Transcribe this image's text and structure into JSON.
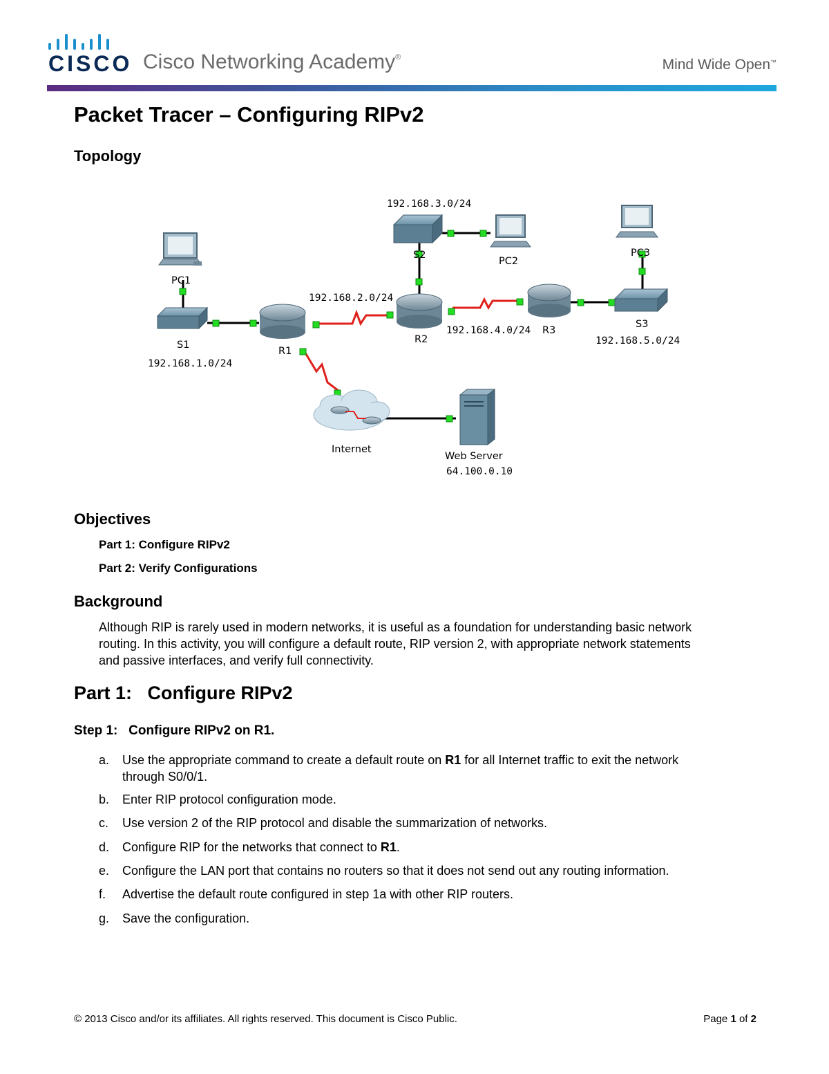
{
  "header": {
    "logo_icon": "cisco-bars-logo",
    "logo_word": "CISCO",
    "academy_name": "Cisco Networking Academy",
    "registered_mark": "®",
    "tagline": "Mind Wide Open",
    "trademark_mark": "™",
    "accent_colors": [
      "#5b2b82",
      "#1ea7de"
    ]
  },
  "title": "Packet Tracer – Configuring RIPv2",
  "topology": {
    "heading": "Topology",
    "devices": {
      "pc1": "PC1",
      "pc2": "PC2",
      "pc3": "PC3",
      "s1": "S1",
      "s2": "S2",
      "s3": "S3",
      "r1": "R1",
      "r2": "R2",
      "r3": "R3",
      "internet": "Internet",
      "web_server": "Web Server",
      "web_server_ip": "64.100.0.10"
    },
    "networks": {
      "net1": "192.168.1.0/24",
      "net2": "192.168.2.0/24",
      "net3": "192.168.3.0/24",
      "net4": "192.168.4.0/24",
      "net5": "192.168.5.0/24"
    }
  },
  "objectives": {
    "heading": "Objectives",
    "part1": "Part 1: Configure RIPv2",
    "part2": "Part 2: Verify Configurations"
  },
  "background": {
    "heading": "Background",
    "line1": "Although RIP is rarely used in modern networks, it is useful as a foundation for understanding basic network",
    "line2": "routing. In this activity, you will configure a default route, RIP version 2, with appropriate network statements",
    "line3": "and passive interfaces, and verify full connectivity."
  },
  "part1": {
    "heading": "Part 1:   Configure RIPv2",
    "step1_heading": "Step 1:   Configure RIPv2 on R1.",
    "steps": [
      {
        "letter": "a.",
        "pre": "Use the appropriate command to create a default route on ",
        "bold": "R1",
        "post": " for all Internet traffic to exit the network",
        "line2": "through S0/0/1."
      },
      {
        "letter": "b.",
        "text": "Enter RIP protocol configuration mode."
      },
      {
        "letter": "c.",
        "text": "Use version 2 of the RIP protocol and disable the summarization of networks."
      },
      {
        "letter": "d.",
        "pre": "Configure RIP for the networks that connect to ",
        "bold": "R1",
        "post": "."
      },
      {
        "letter": "e.",
        "text": "Configure the LAN port that contains no routers so that it does not send out any routing information."
      },
      {
        "letter": "f.",
        "text": "Advertise the default route configured in step 1a with other RIP routers."
      },
      {
        "letter": "g.",
        "text": "Save the configuration."
      }
    ]
  },
  "footer": {
    "copyright": "© 2013 Cisco and/or its affiliates. All rights reserved. This document is Cisco Public.",
    "page_word": "Page",
    "page_current": "1",
    "page_of": "of",
    "page_total": "2"
  }
}
